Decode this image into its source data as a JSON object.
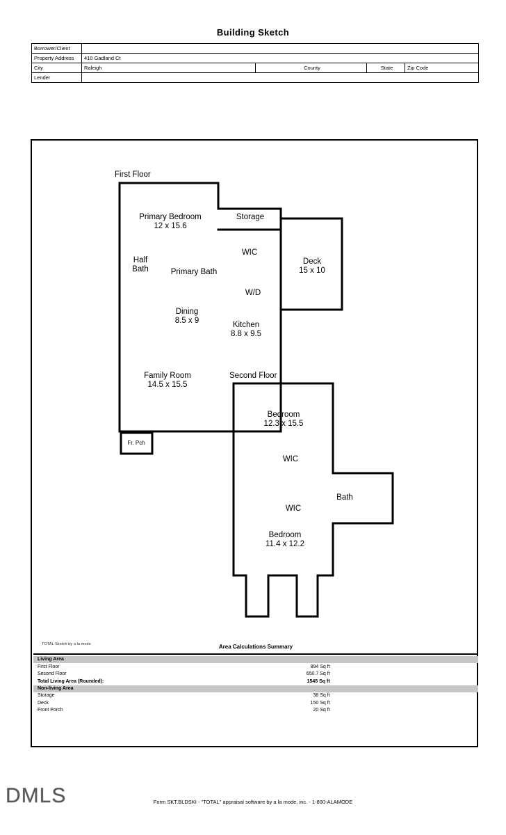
{
  "document": {
    "title": "Building Sketch",
    "form_line": "Form SKT.BLDSKI - \"TOTAL\" appraisal software by a la mode, inc. - 1-800-ALAMODE",
    "logo_text": "DMLS"
  },
  "header": {
    "rows": [
      {
        "label": "Borrower/Client",
        "value": ""
      },
      {
        "label": "Property Address",
        "value": "410 Gadland Ct"
      }
    ],
    "city_label": "City",
    "city_value": "Raleigh",
    "county_label": "County",
    "county_value": "",
    "state_label": "State",
    "state_value": "",
    "zip_label": "Zip Code",
    "zip_value": "",
    "lender_label": "Lender",
    "lender_value": ""
  },
  "sketch": {
    "first_floor_label": "First Floor",
    "second_floor_label": "Second Floor",
    "rooms": [
      {
        "name": "Primary Bedroom",
        "dim": "12 x 15.6"
      },
      {
        "name": "Storage",
        "dim": ""
      },
      {
        "name": "WIC",
        "dim": ""
      },
      {
        "name": "Half Bath",
        "dim": ""
      },
      {
        "name": "Primary Bath",
        "dim": ""
      },
      {
        "name": "Deck",
        "dim": "15 x 10"
      },
      {
        "name": "W/D",
        "dim": ""
      },
      {
        "name": "Dining",
        "dim": "8.5 x 9"
      },
      {
        "name": "Kitchen",
        "dim": "8.8 x 9.5"
      },
      {
        "name": "Family Room",
        "dim": "14.5 x 15.5"
      },
      {
        "name": "Fr. Pch",
        "dim": ""
      },
      {
        "name": "Bedroom",
        "dim": "12.3 x 15.5"
      },
      {
        "name": "WIC",
        "dim": ""
      },
      {
        "name": "Bath",
        "dim": ""
      },
      {
        "name": "WIC",
        "dim": ""
      },
      {
        "name": "Bedroom",
        "dim": "11.4 x 12.2"
      }
    ],
    "labels": {
      "primary_bedroom": "Primary Bedroom",
      "primary_bedroom_dim": "12 x 15.6",
      "storage": "Storage",
      "wic_1": "WIC",
      "half": "Half",
      "bath_word": "Bath",
      "primary_bath": "Primary Bath",
      "deck": "Deck",
      "deck_dim": "15 x 10",
      "wd": "W/D",
      "dining": "Dining",
      "dining_dim": "8.5 x 9",
      "kitchen": "Kitchen",
      "kitchen_dim": "8.8 x 9.5",
      "family_room": "Family Room",
      "family_room_dim": "14.5 x 15.5",
      "front_porch": "Fr. Pch",
      "bedroom_1": "Bedroom",
      "bedroom_1_dim": "12.3 x 15.5",
      "wic_2": "WIC",
      "bath_2": "Bath",
      "wic_3": "WIC",
      "bedroom_2": "Bedroom",
      "bedroom_2_dim": "11.4 x 12.2"
    }
  },
  "summary": {
    "byline": "TOTAL Sketch by a la mode",
    "title": "Area Calculations Summary",
    "living_area_header": "Living Area",
    "non_living_area_header": "Non-living Area",
    "living_rows": [
      {
        "label": "First Floor",
        "value": "894 Sq ft"
      },
      {
        "label": "Second Floor",
        "value": "650.7 Sq ft"
      }
    ],
    "total_row": {
      "label": "Total Living Area (Rounded):",
      "value": "1545 Sq ft"
    },
    "non_living_rows": [
      {
        "label": "Storage",
        "value": "38 Sq ft"
      },
      {
        "label": "Deck",
        "value": "150 Sq ft"
      },
      {
        "label": "Front Porch",
        "value": "20 Sq ft"
      }
    ]
  },
  "colors": {
    "band": "#c6c6c6",
    "line": "#000000"
  }
}
